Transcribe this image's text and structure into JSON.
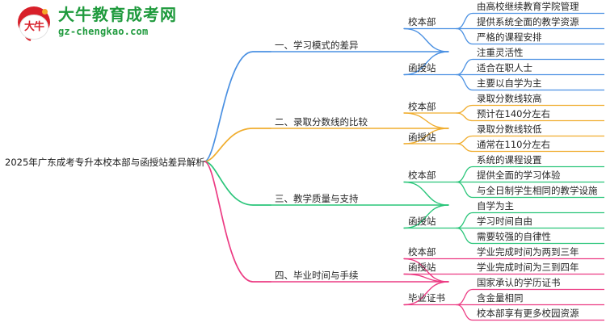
{
  "brand": {
    "mark_text": "大牛",
    "title": "大牛教育成考网",
    "subtitle": "gz-chengkao.com",
    "color": "#1f9a3d",
    "mark_color": "#d8202a"
  },
  "mindmap": {
    "root": "2025年广东成考专升本校本部与函授站差异解析",
    "branches": [
      {
        "topic": "一、学习模式的差异",
        "color": "#4a90e2",
        "groups": [
          {
            "label": "校本部",
            "leaves": [
              "由高校继续教育学院管理",
              "提供系统全面的教学资源",
              "严格的课程安排"
            ]
          },
          {
            "label": "函授站",
            "leaves": [
              "注重灵活性",
              "适合在职人士",
              "主要以自学为主"
            ]
          }
        ]
      },
      {
        "topic": "二、录取分数线的比较",
        "color": "#f0ad2e",
        "groups": [
          {
            "label": "校本部",
            "leaves": [
              "录取分数线较高",
              "预计在140分左右"
            ]
          },
          {
            "label": "函授站",
            "leaves": [
              "录取分数线较低",
              "通常在110分左右"
            ]
          }
        ]
      },
      {
        "topic": "三、教学质量与支持",
        "color": "#29c579",
        "groups": [
          {
            "label": "校本部",
            "leaves": [
              "系统的课程设置",
              "提供全面的学习体验",
              "与全日制学生相同的教学设施"
            ]
          },
          {
            "label": "函授站",
            "leaves": [
              "自学为主",
              "学习时间自由",
              "需要较强的自律性"
            ]
          }
        ]
      },
      {
        "topic": "四、毕业时间与手续",
        "color": "#ec3b83",
        "groups": [
          {
            "label": "校本部",
            "leaves": [
              "学业完成时间为两到三年"
            ]
          },
          {
            "label": "函授站",
            "leaves": [
              "学业完成时间为三到四年"
            ]
          },
          {
            "label": "毕业证书",
            "leaves": [
              "国家承认的学历证书",
              "含金量相同",
              "校本部享有更多校园资源"
            ]
          }
        ]
      }
    ]
  }
}
